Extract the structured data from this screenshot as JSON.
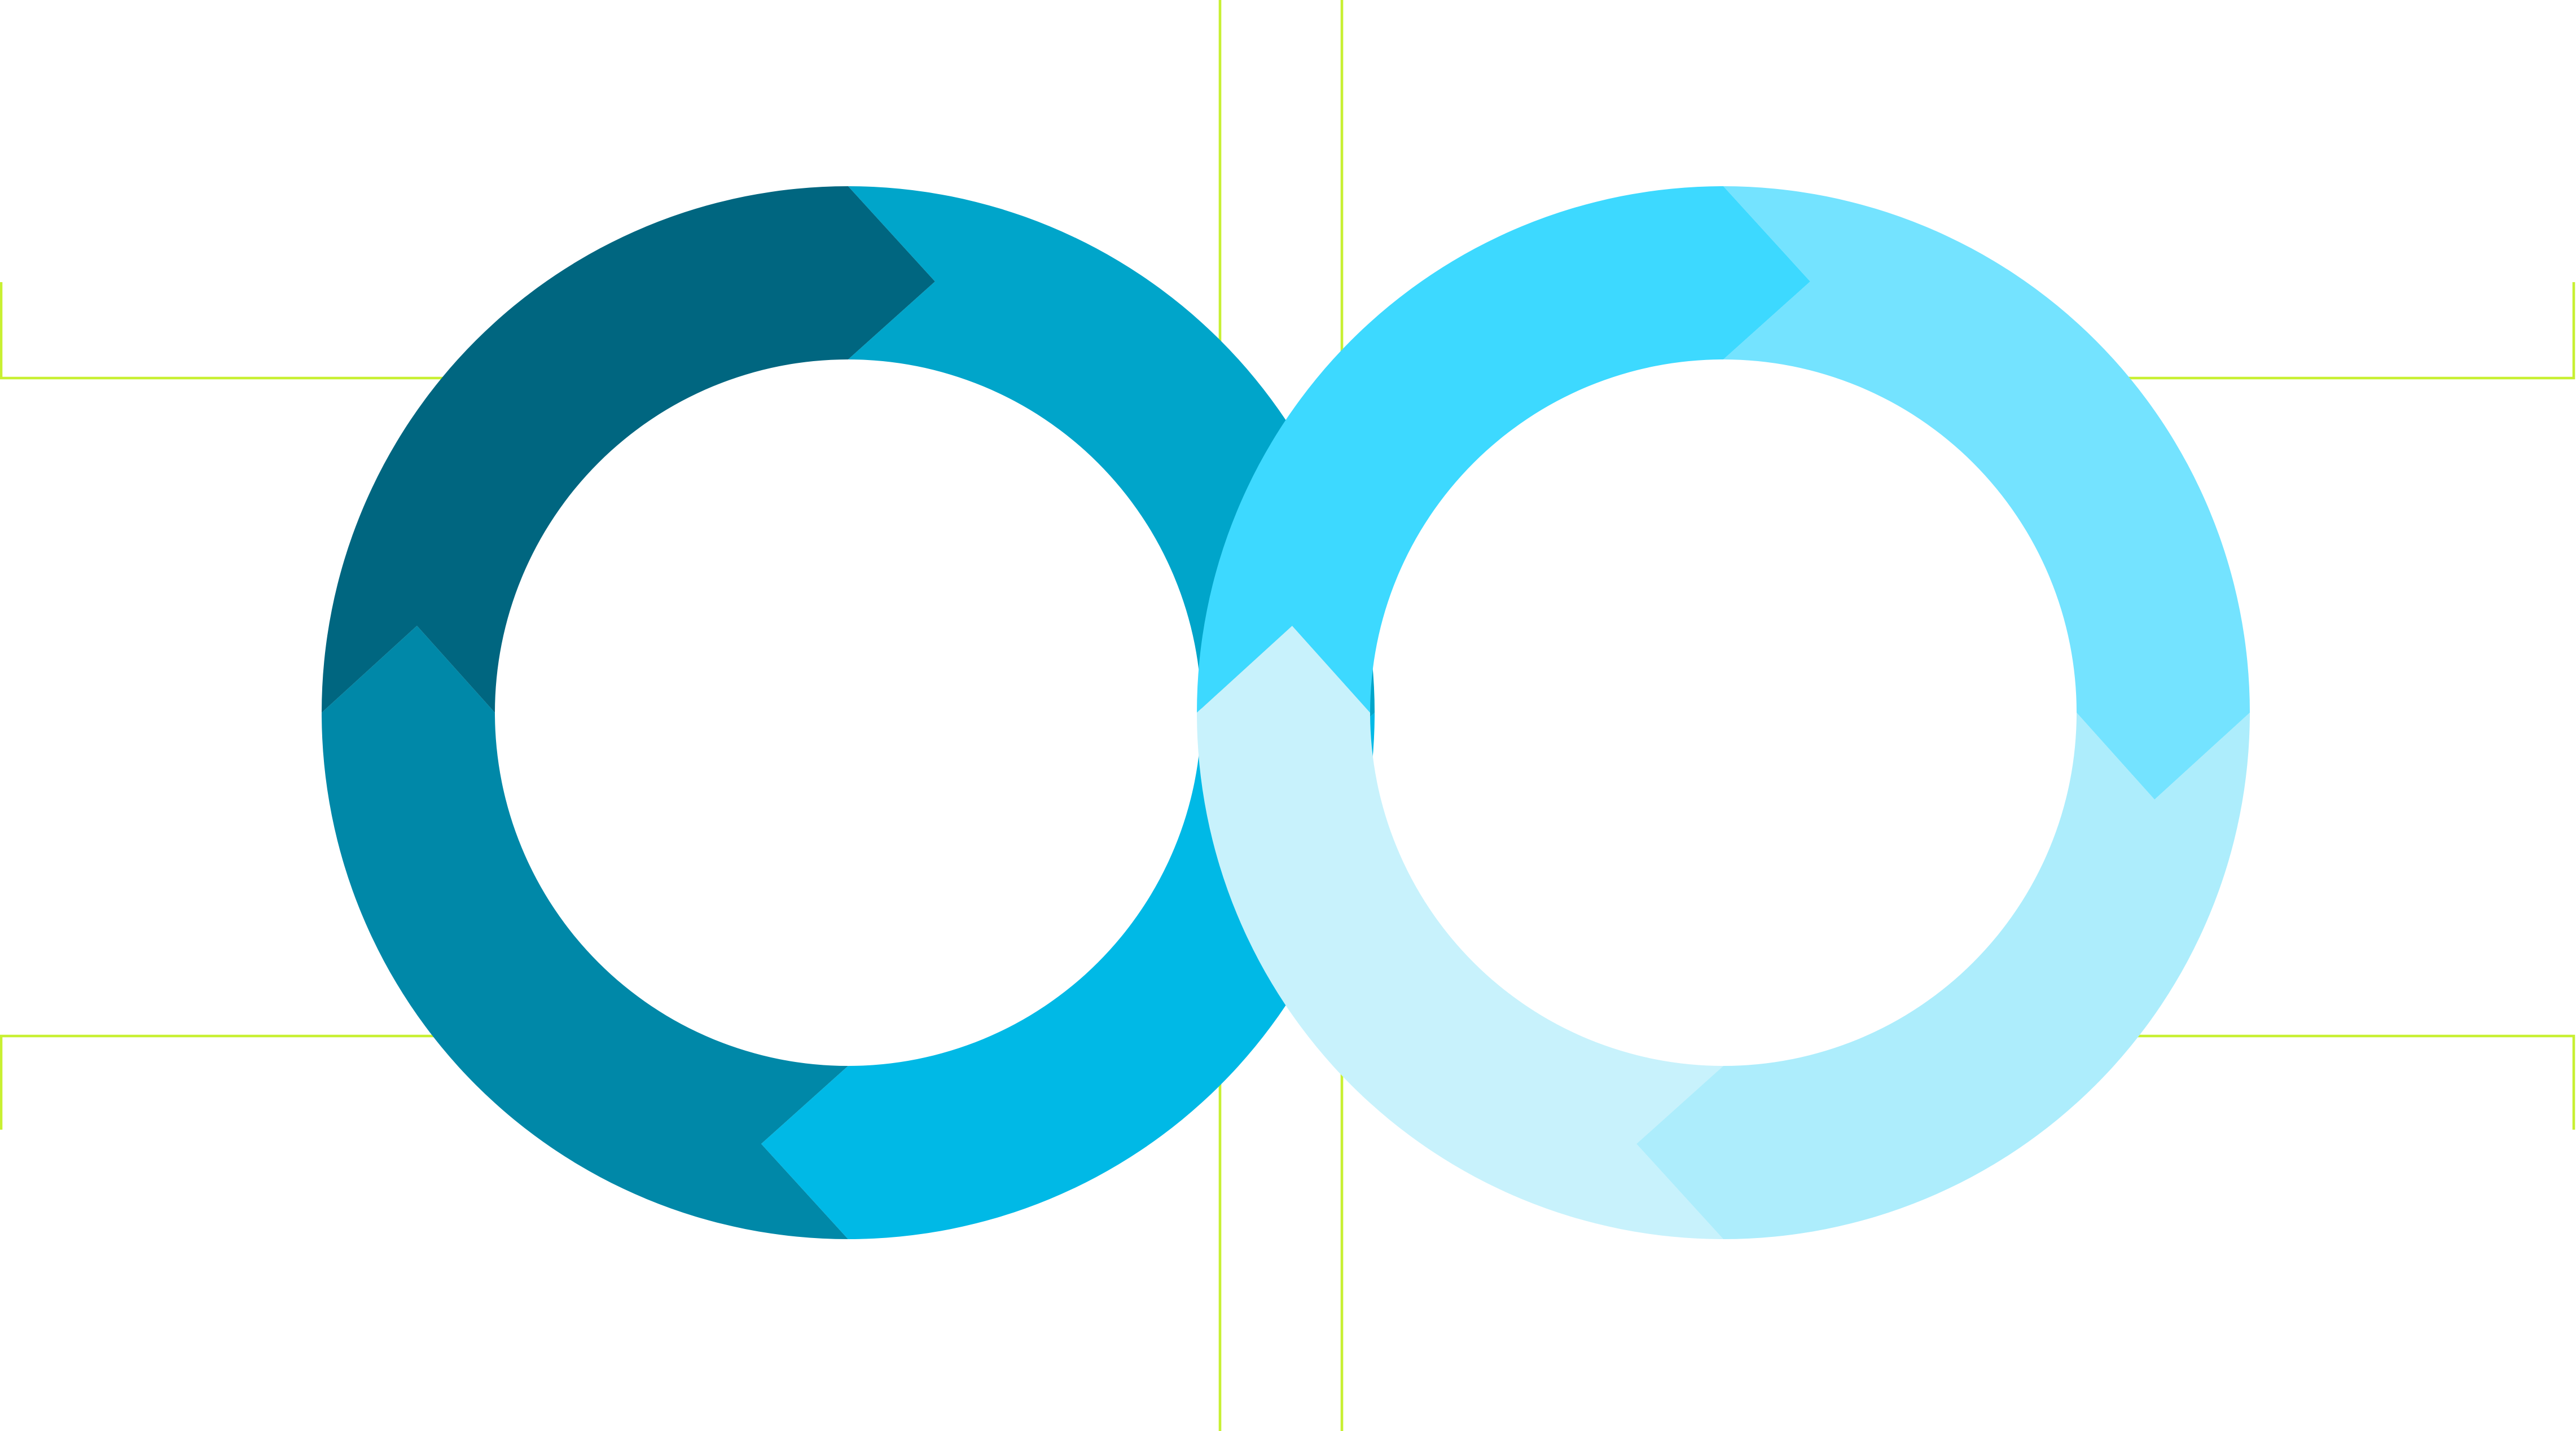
{
  "diagram": {
    "type": "infinity-cycle",
    "rings": [
      {
        "id": "left-ring",
        "segments": [
          {
            "id": "top-left",
            "color": "#006680"
          },
          {
            "id": "top-right",
            "color": "#00A5CA"
          },
          {
            "id": "bottom-left",
            "color": "#0088A8"
          },
          {
            "id": "bottom-right",
            "color": "#00B9E6"
          }
        ]
      },
      {
        "id": "right-ring",
        "segments": [
          {
            "id": "top-left",
            "color": "#3DD9FF"
          },
          {
            "id": "top-right",
            "color": "#74E3FF"
          },
          {
            "id": "bottom-left",
            "color": "#C8F2FC"
          },
          {
            "id": "bottom-right",
            "color": "#ADEDFC"
          }
        ]
      }
    ],
    "guide_color": "#C8F032",
    "background": "#FFFFFF"
  }
}
